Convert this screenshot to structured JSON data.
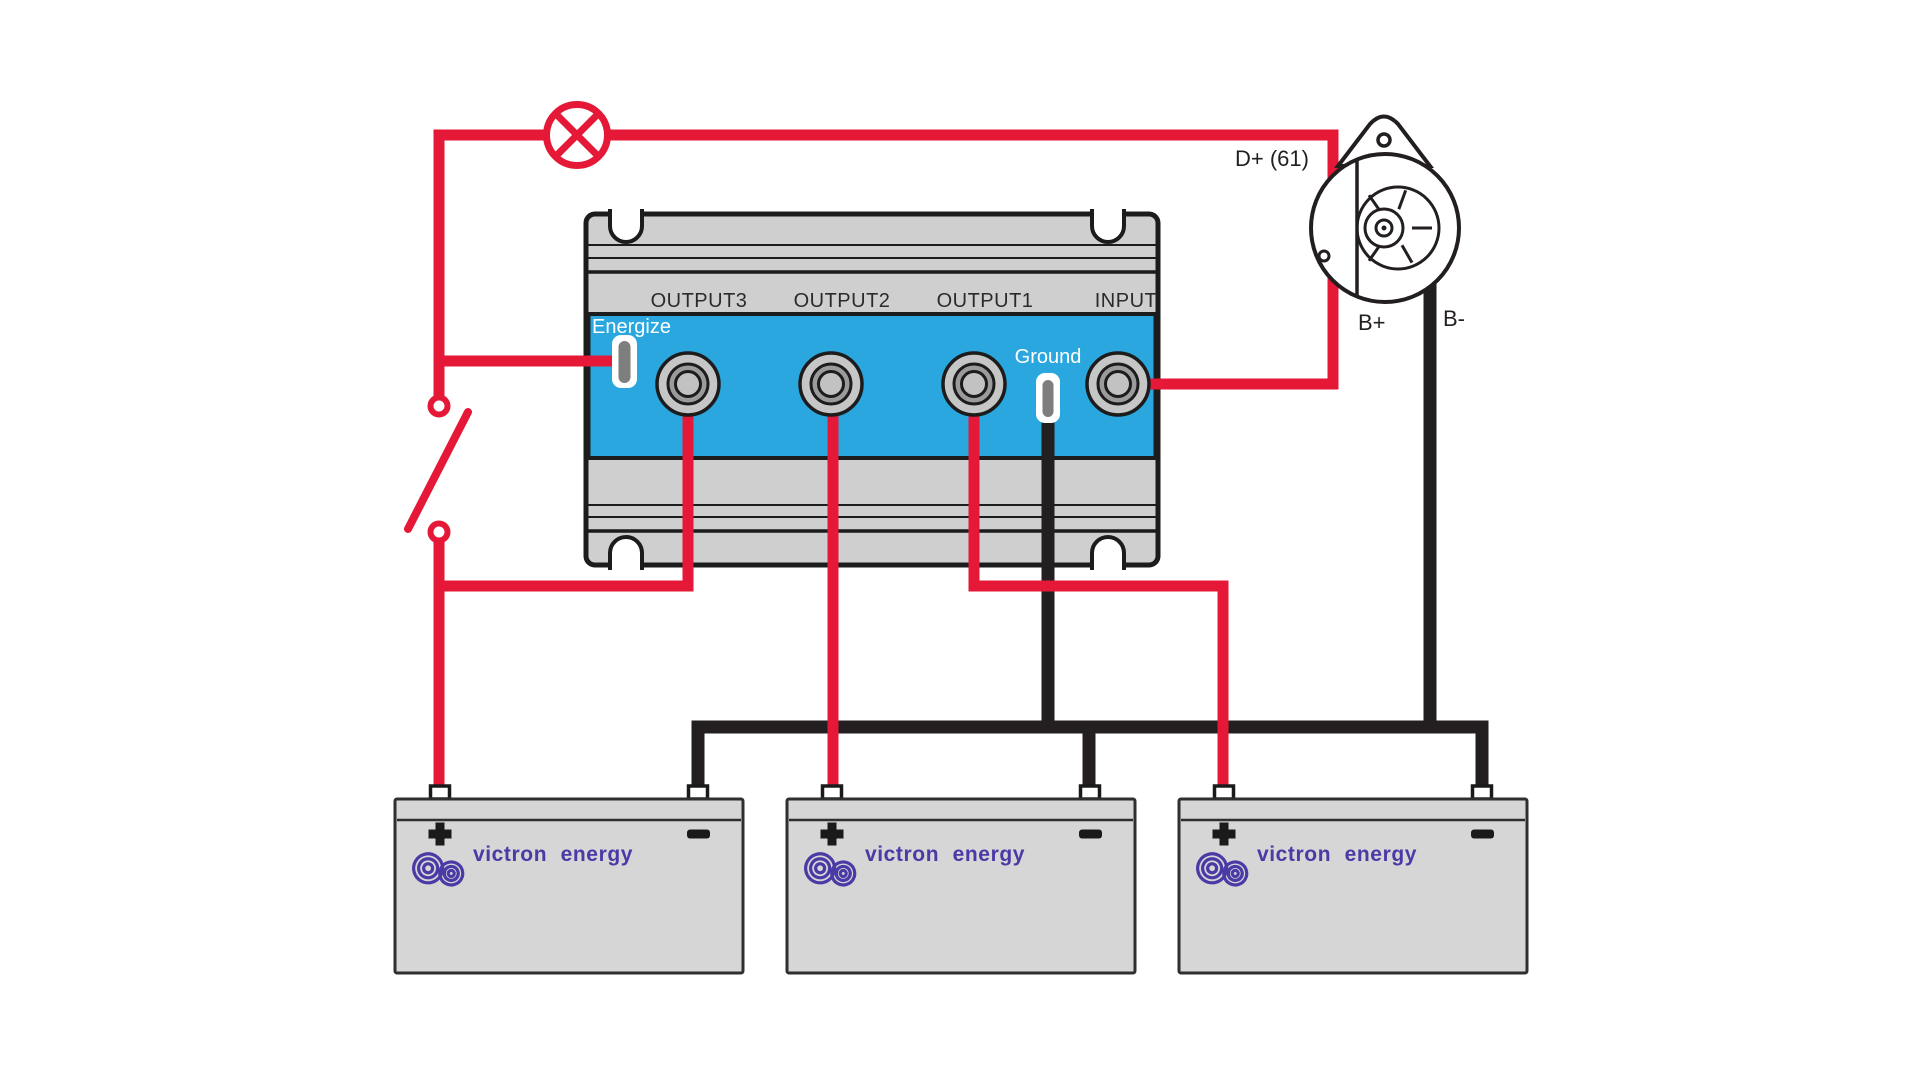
{
  "isolator": {
    "terminals": [
      "OUTPUT3",
      "OUTPUT2",
      "OUTPUT1",
      "INPUT"
    ],
    "energize_label": "Energize",
    "ground_label": "Ground"
  },
  "alternator": {
    "d_plus_label": "D+ (61)",
    "b_plus_label": "B+",
    "b_minus_label": "B-"
  },
  "batteries": [
    {
      "brand": "victron energy",
      "plus_marker": "+",
      "minus_marker": "−"
    },
    {
      "brand": "victron energy",
      "plus_marker": "+",
      "minus_marker": "−"
    },
    {
      "brand": "victron energy",
      "plus_marker": "+",
      "minus_marker": "−"
    }
  ],
  "colors": {
    "positive_wire": "#e51937",
    "negative_wire": "#231f20",
    "isolator_blue": "#2aa7df",
    "casing_gray": "#cfcfcf",
    "battery_gray": "#d6d6d6",
    "logo_indigo": "#4a3aa5"
  }
}
